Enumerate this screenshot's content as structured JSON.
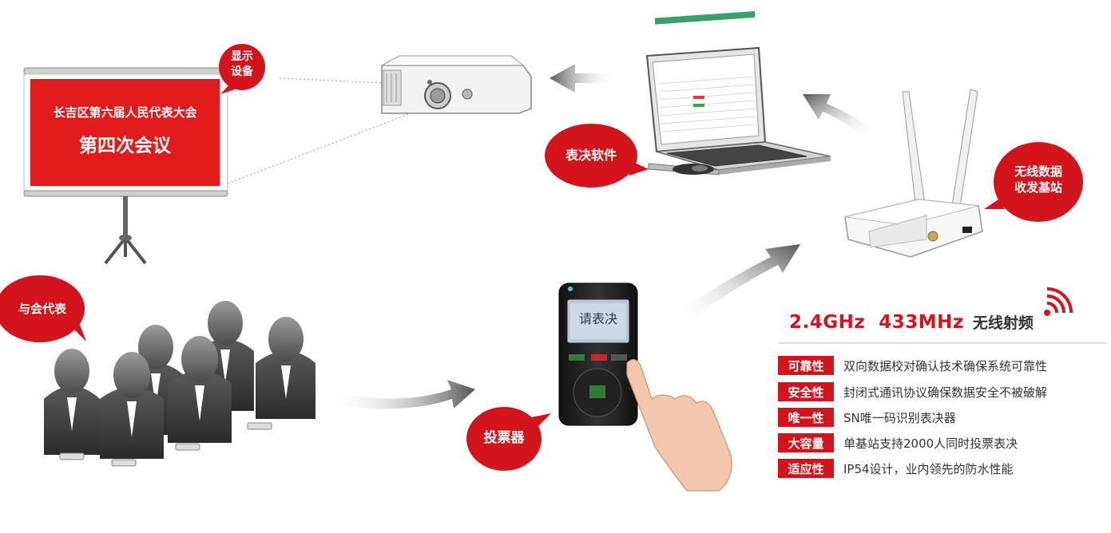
{
  "screen": {
    "line1": "长吉区第六届人民代表大会",
    "line2": "第四次会议"
  },
  "bubbles": {
    "display": [
      "显示",
      "设备"
    ],
    "software": "表决软件",
    "base_station": [
      "无线数据",
      "收发基站"
    ],
    "delegates": "与会代表",
    "voter": "投票器"
  },
  "device": {
    "screen_text": "请表决"
  },
  "frequency": {
    "value": "2.4GHz  433MHz",
    "label": "无线射频"
  },
  "features": [
    {
      "tag": "可靠性",
      "desc": "双向数据校对确认技术确保系统可靠性"
    },
    {
      "tag": "安全性",
      "desc": "封闭式通讯协议确保数据安全不被破解"
    },
    {
      "tag": "唯一性",
      "desc": "SN唯一码识别表决器"
    },
    {
      "tag": "大容量",
      "desc": "单基站支持2000人同时投票表决"
    },
    {
      "tag": "适应性",
      "desc": "IP54设计，业内领先的防水性能"
    }
  ],
  "colors": {
    "accent": "#d3141c",
    "screen_red": "#e11b1b",
    "text": "#333333"
  }
}
